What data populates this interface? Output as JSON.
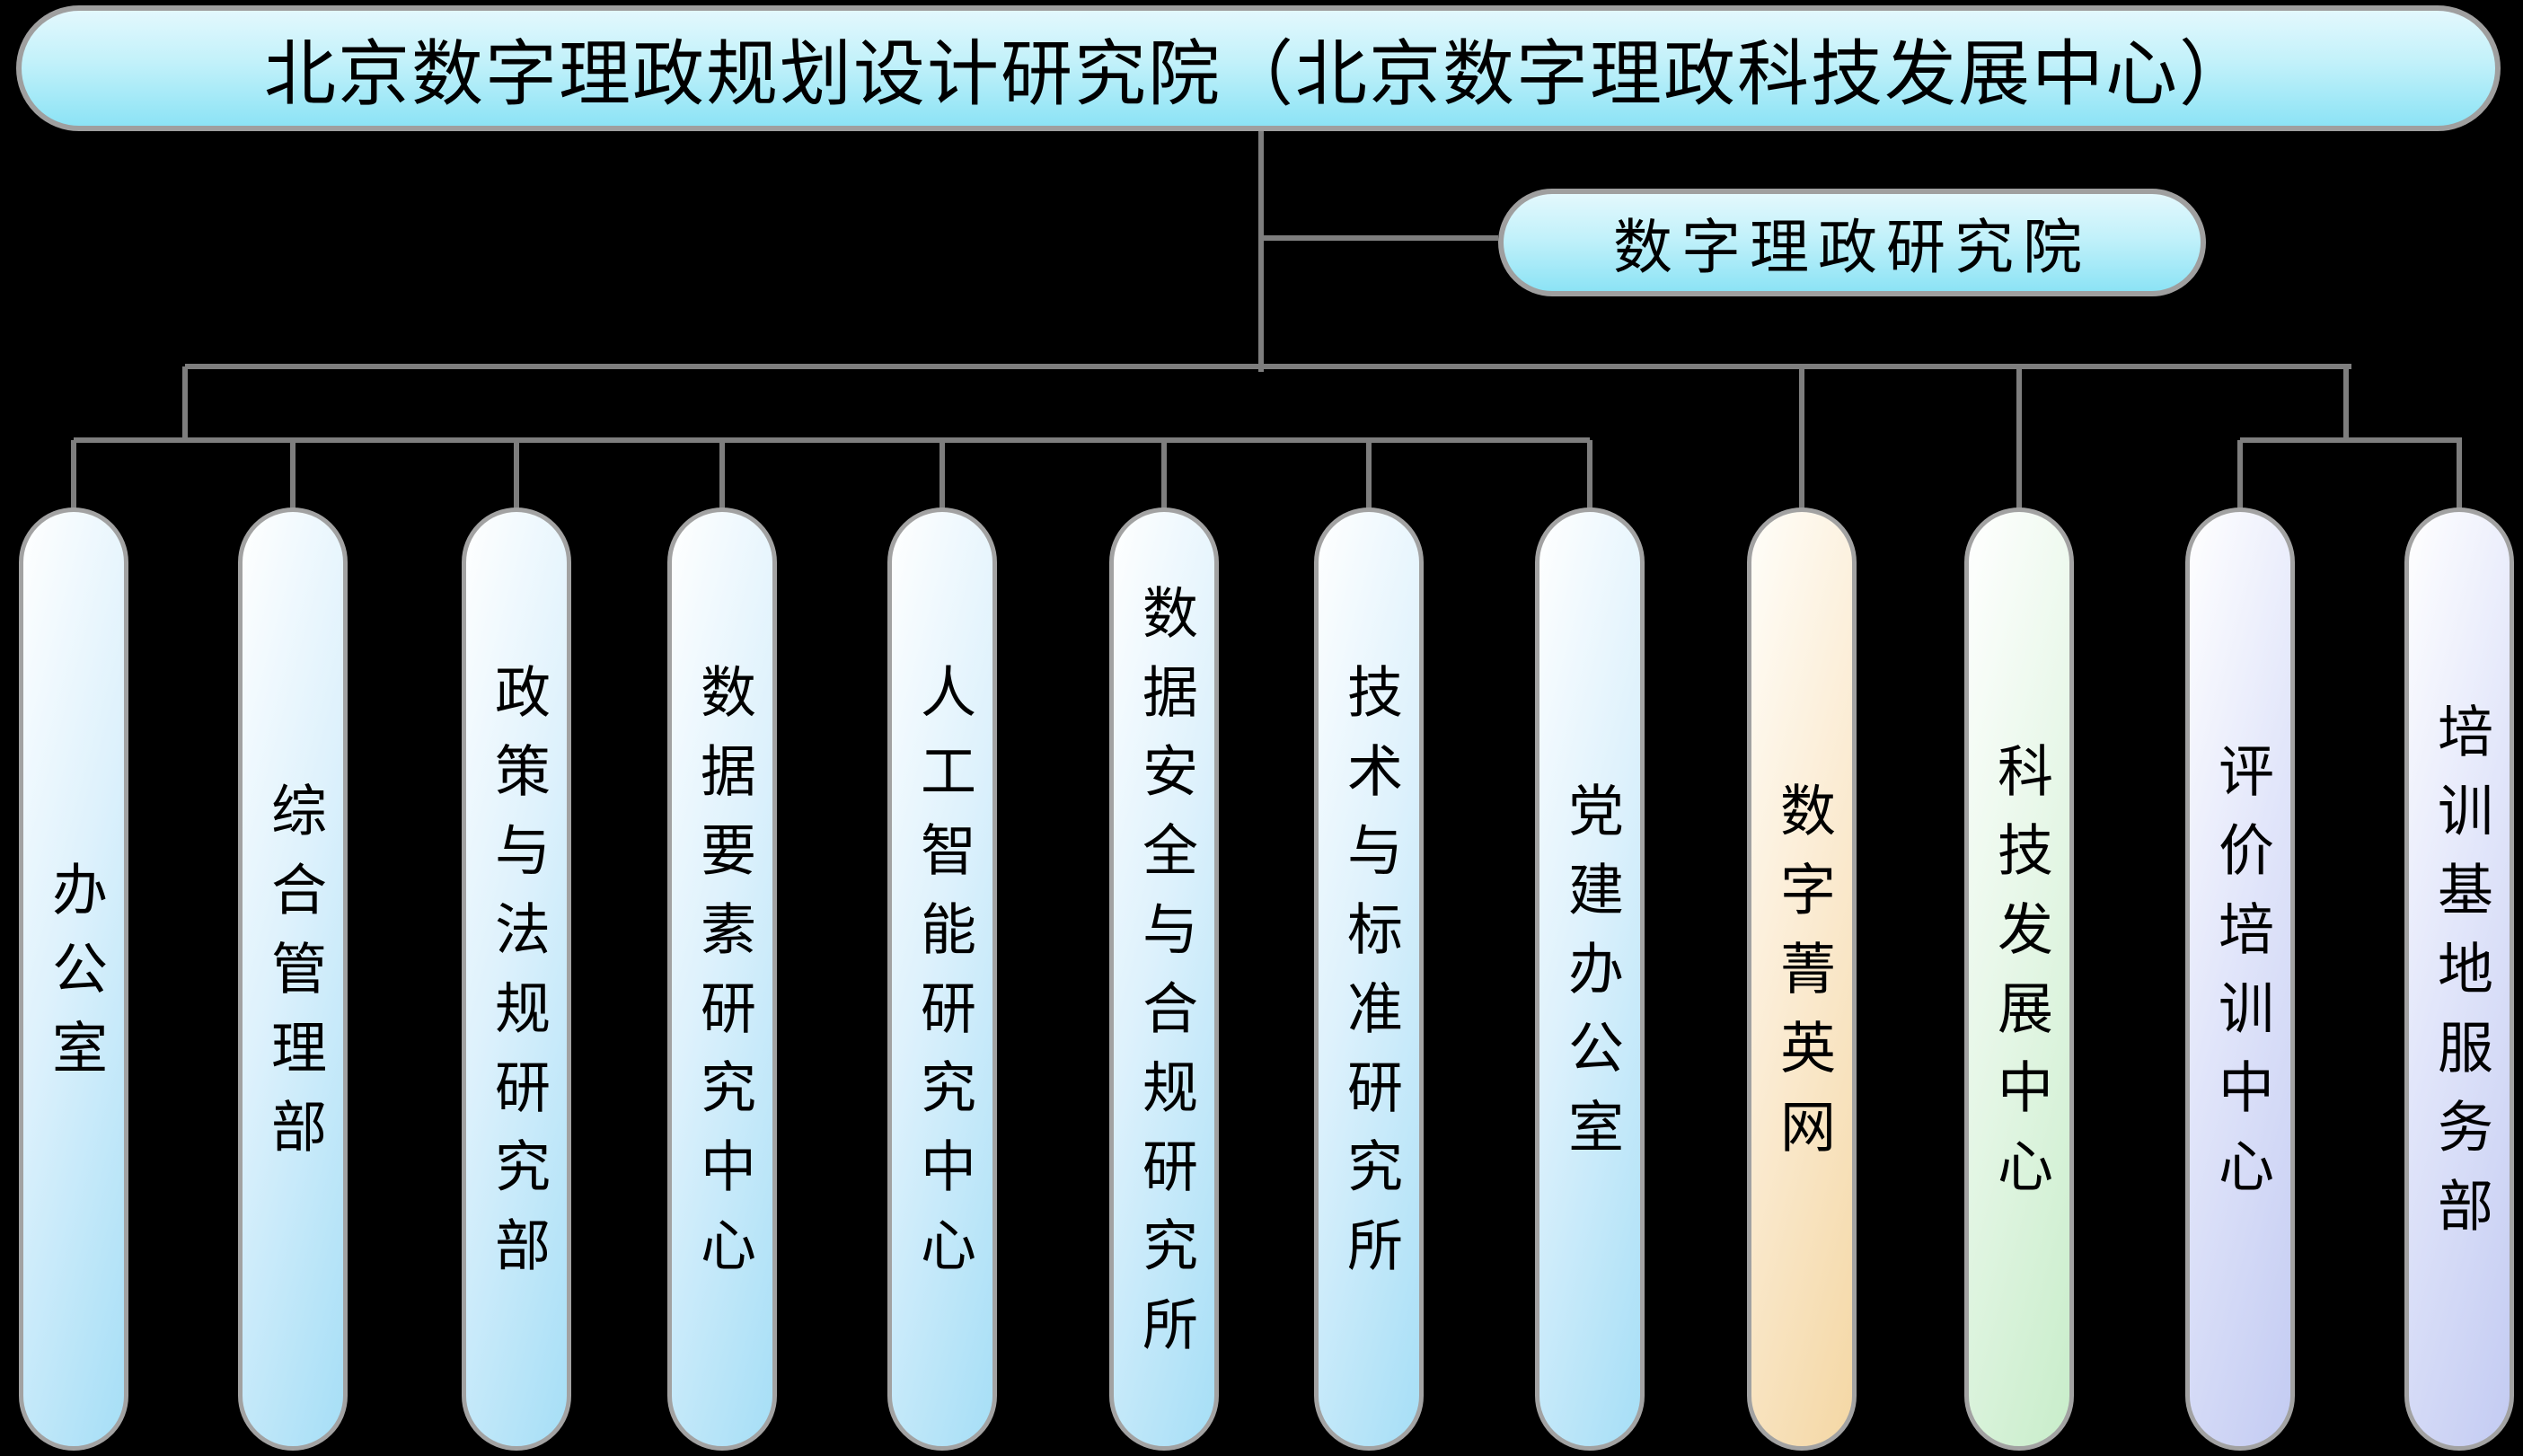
{
  "diagram": {
    "title": "北京数字理政规划设计研究院（北京数字理政科技发展中心）",
    "affiliate_box": "数字理政研究院",
    "departments": [
      {
        "label": "办公室",
        "color": "blue"
      },
      {
        "label": "综合管理部",
        "color": "blue"
      },
      {
        "label": "政策与法规研究部",
        "color": "blue"
      },
      {
        "label": "数据要素研究中心",
        "color": "blue"
      },
      {
        "label": "人工智能研究中心",
        "color": "blue"
      },
      {
        "label": "数据安全与合规研究所",
        "color": "blue"
      },
      {
        "label": "技术与标准研究所",
        "color": "blue"
      },
      {
        "label": "党建办公室",
        "color": "blue"
      },
      {
        "label": "数字菁英网",
        "color": "orange"
      },
      {
        "label": "科技发展中心",
        "color": "green"
      },
      {
        "label": "评价培训中心",
        "color": "lavender"
      },
      {
        "label": "培训基地服务部",
        "color": "lavender"
      }
    ],
    "colors": {
      "background": "#000000",
      "connector": "#7e7e7e",
      "node_border": "#9f9f9f",
      "pill_border": "#a2a2a2",
      "cyan_top": "#e3f8fd",
      "cyan_bottom": "#8ce3f5",
      "blue": "#a5def6",
      "orange": "#f4d7a4",
      "green": "#c8edca",
      "lavender": "#c3cbf2"
    }
  }
}
